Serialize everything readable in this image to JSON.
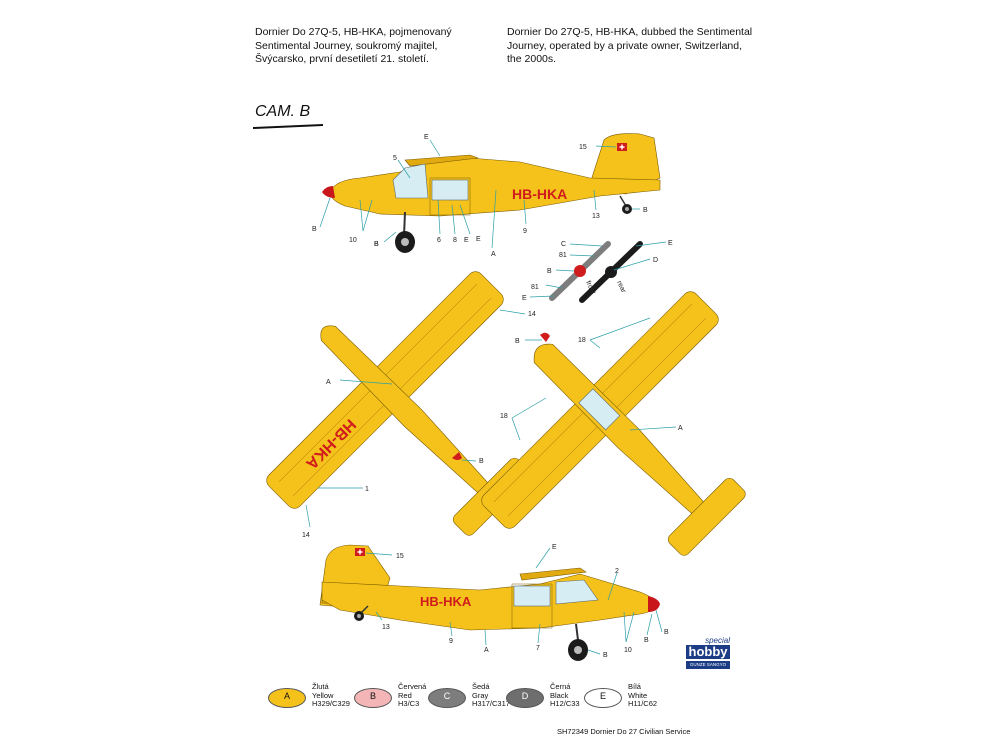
{
  "caption_cz": "Dornier Do 27Q-5, HB-HKA, pojmenovaný\nSentimental Journey, soukromý majitel,\nŠvýcarsko, první desetiletí 21. století.",
  "caption_en": "Dornier Do 27Q-5, HB-HKA, dubbed the Sentimental\nJourney, operated by a private owner, Switzerland,\nthe 2000s.",
  "camo_title": "CAM. B",
  "registration": "HB-HKA",
  "callouts": {
    "side1": [
      "E",
      "5",
      "15",
      "B",
      "B",
      "10",
      "B",
      "6",
      "E",
      "8",
      "E",
      "A",
      "9",
      "13",
      "B"
    ],
    "props": [
      "C",
      "81",
      "B",
      "81",
      "E",
      "E",
      "D"
    ],
    "prop_front": "front",
    "prop_rear": "rear",
    "top": [
      "14",
      "A",
      "B",
      "1",
      "14"
    ],
    "bottom": [
      "B",
      "18",
      "18",
      "A"
    ],
    "side2": [
      "15",
      "E",
      "2",
      "B",
      "13",
      "9",
      "A",
      "7",
      "B",
      "10",
      "B"
    ]
  },
  "colors": {
    "yellow": "#f5c21b",
    "red": "#d01c1c",
    "gray": "#7d7d7d",
    "black": "#1b1b1b",
    "white": "#ffffff"
  },
  "legend": [
    {
      "letter": "A",
      "text": "Žlutá\nYellow\nH329/C329",
      "color": "#f5c21b"
    },
    {
      "letter": "B",
      "text": "Červená\nRed\nH3/C3",
      "color": "#f3b5b5"
    },
    {
      "letter": "C",
      "text": "Šedá\nGray\nH317/C317",
      "color": "#7d7d7d"
    },
    {
      "letter": "D",
      "text": "Černá\nBlack\nH12/C33",
      "color": "#6e6e6e"
    },
    {
      "letter": "E",
      "text": "Bílá\nWhite\nH11/C62",
      "color": "#ffffff"
    }
  ],
  "footer": "SH72349 Dornier Do 27 Civilian Service",
  "brand": {
    "line1": "special",
    "line2": "hobby",
    "line3": "GUNZE SANGYO"
  }
}
